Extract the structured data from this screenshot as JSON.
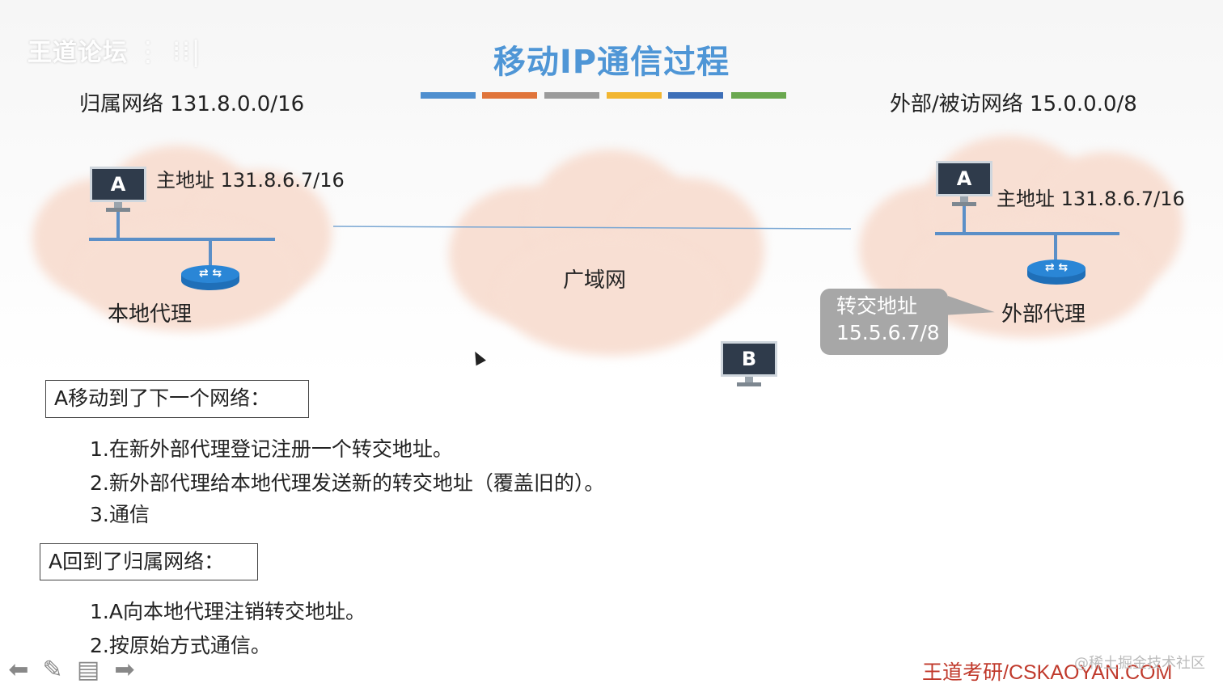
{
  "watermark": {
    "logo": "王道论坛",
    "tail": "⋮ ⁞⁞|"
  },
  "title": "移动IP通信过程",
  "color_bars": [
    "#4f8fcf",
    "#e0743a",
    "#9b9b9b",
    "#f2b631",
    "#3d6fb8",
    "#6aa84f"
  ],
  "home_network": {
    "label": "归属网络 131.8.0.0/16",
    "host": "A",
    "home_address": "主地址 131.8.6.7/16",
    "agent": "本地代理"
  },
  "wan": {
    "label": "广域网"
  },
  "foreign_network": {
    "label": "外部/被访网络 15.0.0.0/8",
    "host": "A",
    "home_address": "主地址 131.8.6.7/16",
    "agent": "外部代理",
    "care_of_title": "转交地址",
    "care_of_address": "15.5.6.7/8"
  },
  "host_b": "B",
  "section1": {
    "heading": "A移动到了下一个网络：",
    "steps": [
      "1.在新外部代理登记注册一个转交地址。",
      "2.新外部代理给本地代理发送新的转交地址（覆盖旧的）。",
      "3.通信"
    ]
  },
  "section2": {
    "heading": "A回到了归属网络：",
    "steps": [
      "1.A向本地代理注销转交地址。",
      "2.按原始方式通信。"
    ]
  },
  "footer": {
    "brand": "王道考研/CSKAOYAN.COM",
    "watermark": "@稀土掘金技术社区"
  },
  "nav": {
    "prev": "⬅",
    "pen": "✎",
    "menu": "▤",
    "next": "➡"
  },
  "colors": {
    "title": "#4f96d6",
    "cloud": "#f8dfd3",
    "router": "#2a86d6",
    "brand": "#c0392b"
  }
}
